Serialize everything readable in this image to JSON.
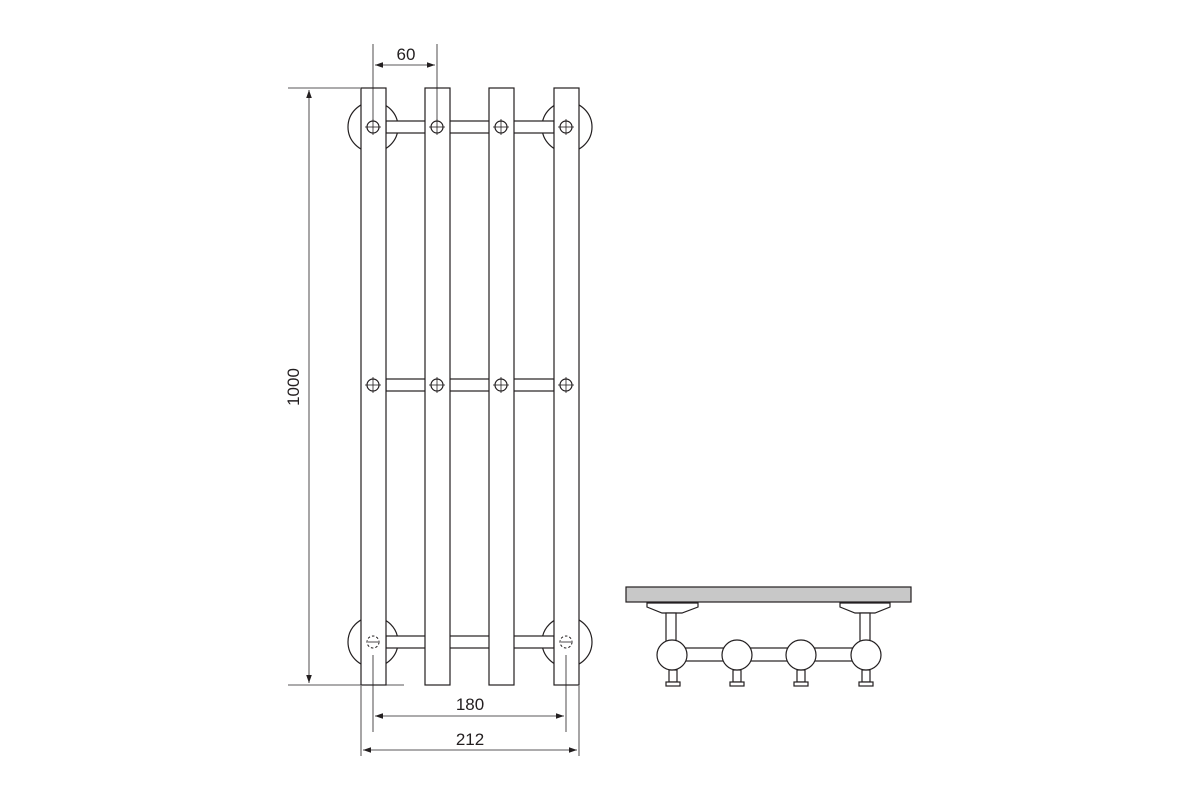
{
  "dimensions": {
    "spacing_label": "60",
    "height_label": "1000",
    "center_width_label": "180",
    "overall_width_label": "212"
  },
  "colors": {
    "line": "#231f20",
    "shelf_fill": "#c8c8c8",
    "background": "#ffffff"
  }
}
